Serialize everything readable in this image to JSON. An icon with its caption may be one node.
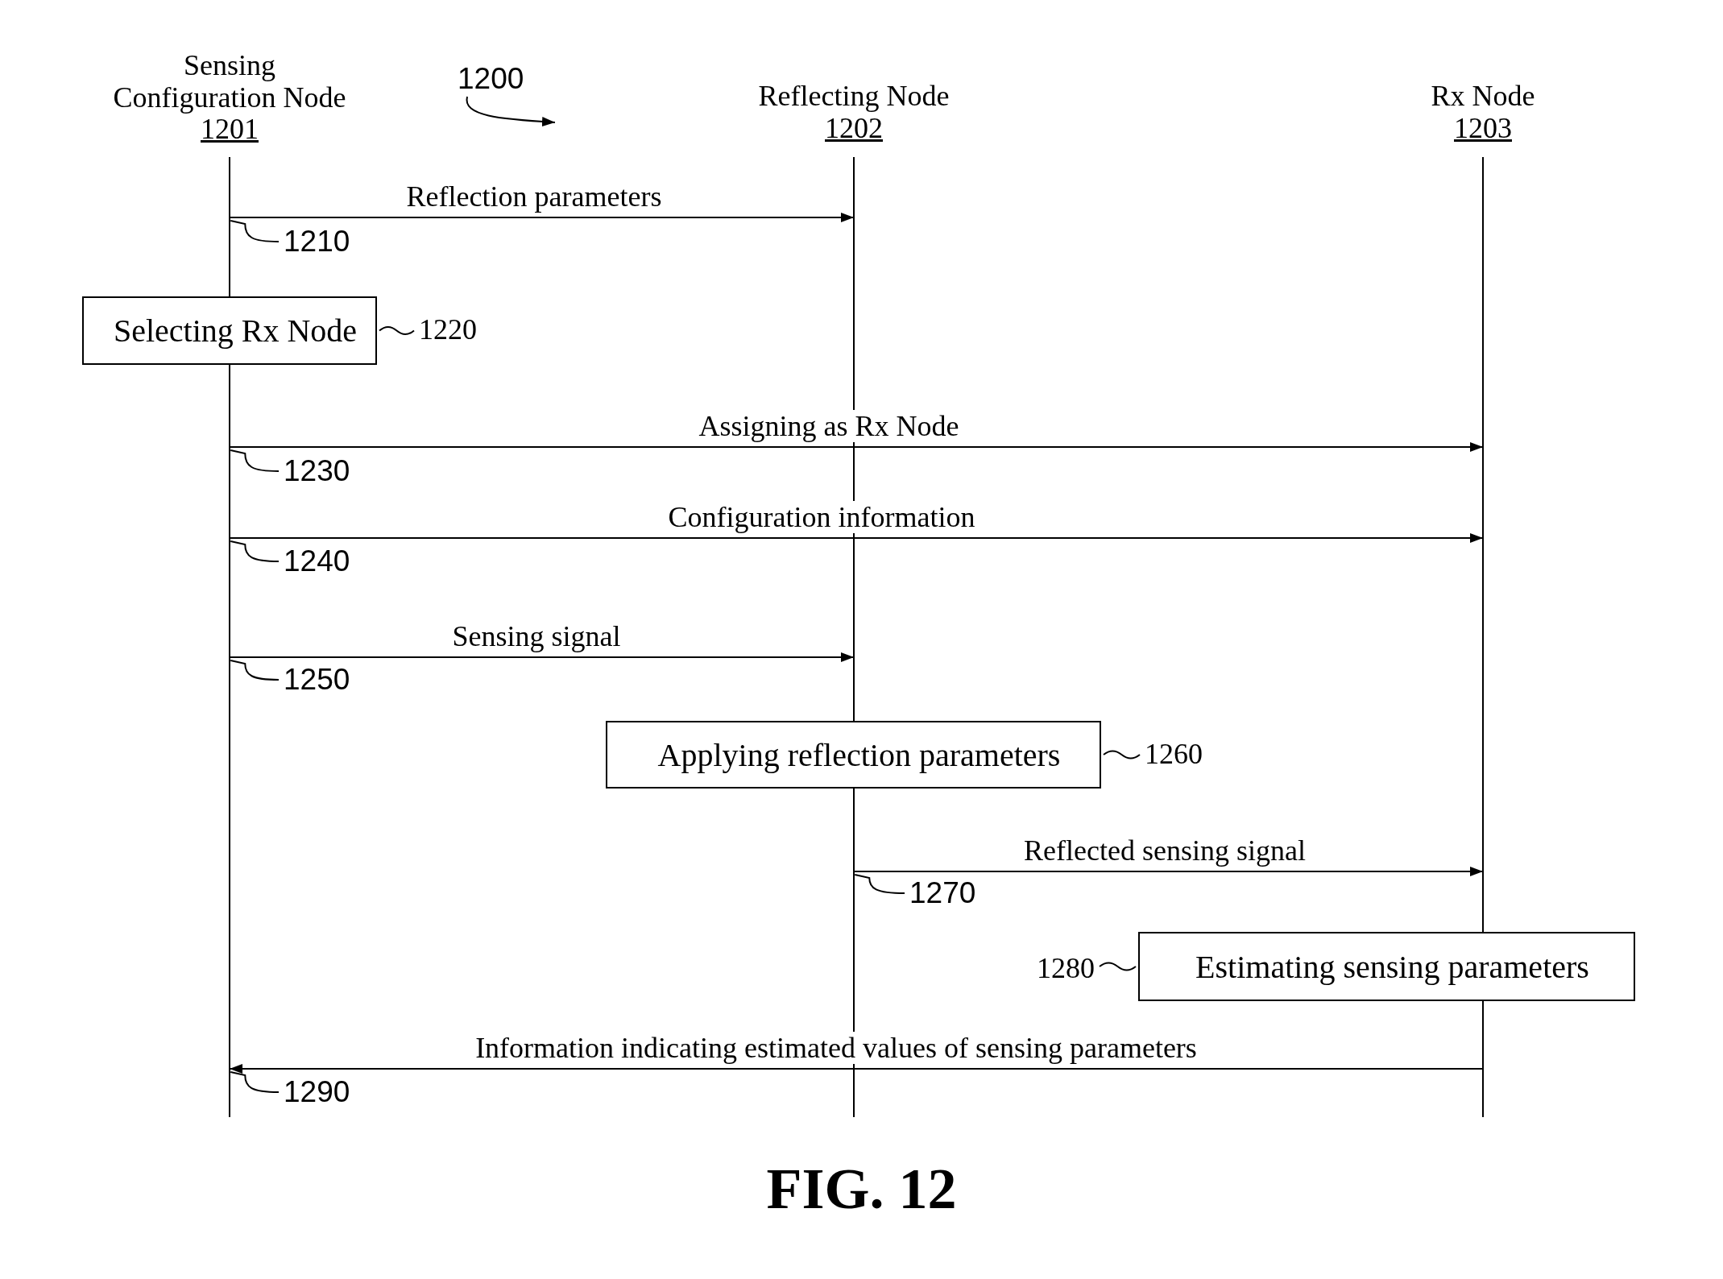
{
  "diagram": {
    "caption": "FIG. 12",
    "nodes": [
      {
        "text": [
          "Sensing Configuration Node",
          "1201"
        ]
      },
      {
        "text": [
          "Reflecting Node",
          "1202"
        ]
      },
      {
        "text": [
          "Rx Node",
          "1203"
        ]
      },
      {
        "text": [],
        "shape": "bar"
      },
      {
        "text": [],
        "shape": "bar"
      },
      {
        "text": [],
        "shape": "bar"
      },
      {
        "text": [
          "1200"
        ]
      },
      {
        "text": [
          "1210"
        ]
      },
      {
        "text": [
          "Selecting Rx Node"
        ]
      },
      {
        "text": [
          "1220"
        ]
      },
      {
        "text": [
          "1230"
        ]
      },
      {
        "text": [
          "1240"
        ]
      },
      {
        "text": [
          "1250"
        ]
      },
      {
        "text": [
          "Applying reflection parameters"
        ]
      },
      {
        "text": [
          "1260"
        ]
      },
      {
        "text": [
          "1270"
        ]
      },
      {
        "text": [
          "1280"
        ]
      },
      {
        "text": [
          "Estimating sensing parameters"
        ]
      },
      {
        "text": [
          "1290"
        ]
      }
    ],
    "edges": [
      {
        "from": 3,
        "to": 4,
        "arrow": "to",
        "label": "Reflection parameters"
      },
      {
        "from": 3,
        "to": 5,
        "arrow": "to",
        "label": "Assigning as Rx Node"
      },
      {
        "from": 3,
        "to": 5,
        "arrow": "to",
        "label": "Configuration information"
      },
      {
        "from": 3,
        "to": 4,
        "arrow": "to",
        "label": "Sensing signal"
      },
      {
        "from": 4,
        "to": 5,
        "arrow": "to",
        "label": "Reflected sensing signal"
      },
      {
        "from": 5,
        "to": 3,
        "arrow": "to",
        "label": "Information indicating estimated values of sensing parameters"
      },
      {
        "from": 6,
        "to": null,
        "arrow": "to"
      },
      {
        "from": 7,
        "to": 3,
        "arrow": "none"
      },
      {
        "from": 9,
        "to": 8,
        "arrow": "none"
      },
      {
        "from": 10,
        "to": 3,
        "arrow": "none"
      },
      {
        "from": 11,
        "to": 3,
        "arrow": "none"
      },
      {
        "from": 12,
        "to": 3,
        "arrow": "none"
      },
      {
        "from": 14,
        "to": 13,
        "arrow": "none"
      },
      {
        "from": 15,
        "to": 4,
        "arrow": "none"
      },
      {
        "from": 16,
        "to": 17,
        "arrow": "none"
      },
      {
        "from": 18,
        "to": 3,
        "arrow": "none"
      }
    ]
  }
}
